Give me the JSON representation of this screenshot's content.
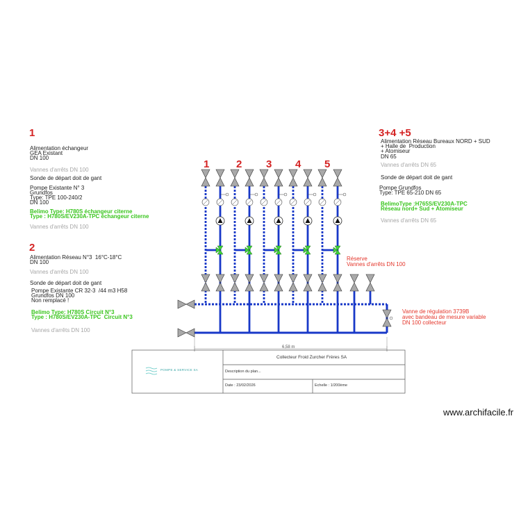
{
  "left": {
    "s1": {
      "number": "1",
      "lines": [
        "Alimentation échangeur",
        "GEA Existant",
        "DN 100"
      ],
      "vannes_a": "Vannes d'arrêts DN 100",
      "sonde": "Sonde de départ doit de gant",
      "pompe": [
        "Pompe Existante N° 3",
        "Grundfos",
        "Type: TPE 100-240/2",
        "DN 100"
      ],
      "belimo": [
        "Belimo Type: H780S échangeur citerne",
        "Type : H780S/EV230A-TPC échangeur citerne"
      ],
      "vannes_b": "Vannes d'arrêts DN 100"
    },
    "s2": {
      "number": "2",
      "lines": [
        "Alimentation Réseau N°3  16°C-18°C",
        "DN 100"
      ],
      "vannes_a": "Vannes d'arrêts DN 100",
      "sonde": "Sonde de départ doit de gant",
      "pompe": [
        "Pompe Existante CR 32-3  /44 m3 H58",
        "Grundfos DN 100",
        "Non remplacé !"
      ],
      "belimo": [
        "Belimo Type: H780S Circuit N°3",
        "Type : H780S/EV230A-TPC  Circuit N°3"
      ],
      "vannes_b": "Vannes d'arrêts DN 100"
    }
  },
  "right": {
    "number": "3+4 +5",
    "lines": [
      "Alimentation Réseau Bureaux NORD + SUD",
      "+ Halle de  Production",
      "+ Atomiseur",
      "DN 65"
    ],
    "vannes_a": "Vannes d'arrêts DN 65",
    "sonde": "Sonde de départ doit de gant",
    "pompe": [
      "Pompe Grundfos",
      "Type: TPE 65-210 DN 65"
    ],
    "belimo": [
      "BelimoType :H765S/EV230A-TPC",
      "Réseau nord+ Sud + Atomiseur"
    ],
    "vannes_b": "Vannes d'arrêts DN 65"
  },
  "circuit_numbers": [
    "1",
    "2",
    "3",
    "4",
    "5"
  ],
  "reserve": [
    "Réserve",
    "Vannes d'arrêts DN 100"
  ],
  "regulation": [
    "Vanne de régulation 3739B",
    "avec bandeau de mesure variable",
    "DN 100 collecteur"
  ],
  "dimension": "6,58 m",
  "title_block": {
    "title": "Collecteur Froid Zurcher Frères SA",
    "description": "Description du plan...",
    "date": "Date : 23/02/2026",
    "echelle": "Echelle : 1/200ème",
    "logo_text": "POMPE & SERVICE SA"
  },
  "watermark": "www.archifacile.fr",
  "colors": {
    "pipe": "#1838c8",
    "label_red": "#d42323",
    "green": "#39c51d",
    "valve": "#a9a9a9"
  }
}
